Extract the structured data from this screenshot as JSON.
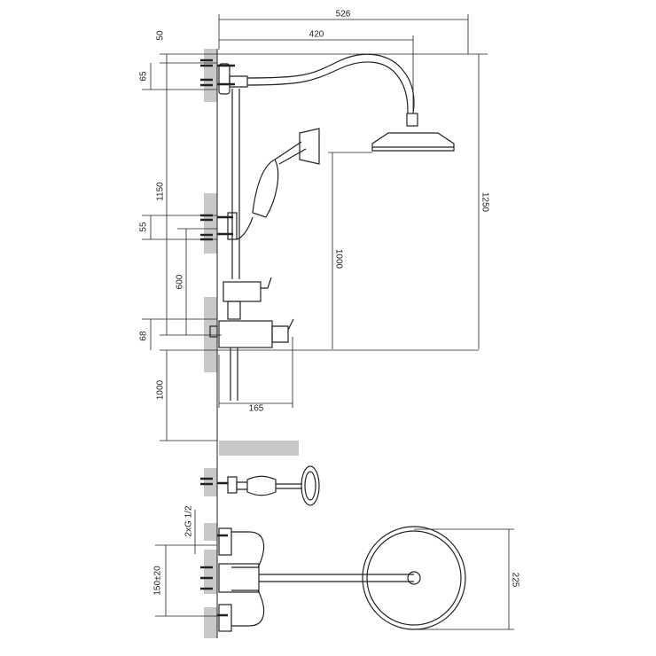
{
  "title": "Shower set technical drawing",
  "dimensions": {
    "total_reach": "526",
    "arm_reach": "420",
    "top_offset": "50",
    "top_bracket_spacing": "65",
    "top_bracket_height": "1150",
    "mid_bracket_spacing": "55",
    "mid_bracket_height": "600",
    "mixer_height_span": "68",
    "mixer_floor_height": "1000",
    "head_to_mixer": "1000",
    "overall_height": "1250",
    "mixer_projection": "165",
    "connection_thread": "2xG 1/2",
    "inlet_spacing": "150±20",
    "head_diameter": "225"
  },
  "colors": {
    "line": "#222222",
    "wall": "#c8c8c8"
  }
}
